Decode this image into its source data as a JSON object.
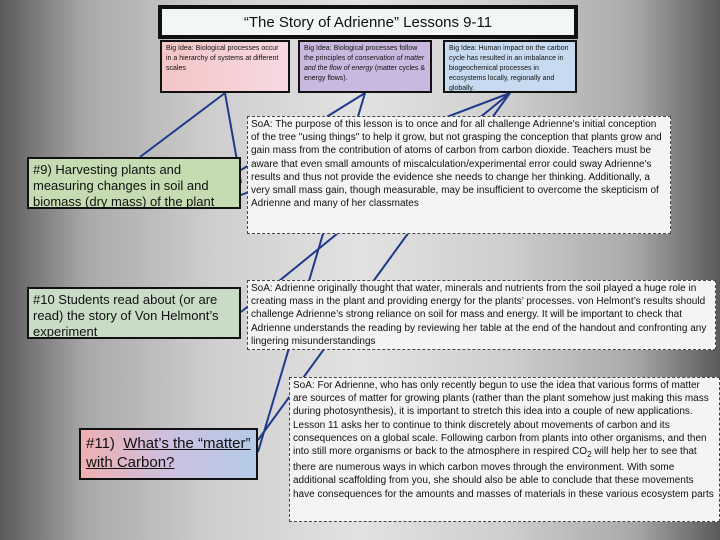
{
  "title": "“The Story of Adrienne” Lessons 9-11",
  "big_ideas": [
    {
      "label": "Big Idea:",
      "text": "Biological processes occur in a hierarchy of systems at different scales"
    },
    {
      "label": "Big Idea:",
      "text_a": "Biological processes follow the principles of ",
      "text_em": "conservation of matter and the flow of energy",
      "text_b": " (matter cycles & energy flows)."
    },
    {
      "label": "Big Idea:",
      "text": "Human impact on the carbon cycle has resulted in an imbalance in biogeochemical processes in ecosystems locally, regionally and globally."
    }
  ],
  "lessons": {
    "l9": "#9) Harvesting plants and measuring changes in soil and biomass (dry mass) of the plant",
    "l10": "#10 Students read about (or are read) the story of Von Helmont’s experiment",
    "l11_prefix": "#11)  ",
    "l11_title": "What’s the “matter” with Carbon?"
  },
  "descriptions": {
    "d9": "SoA: The purpose of this lesson is to once and for all challenge Adrienne's initial conception of the tree \"using things\" to help it grow, but not grasping the conception that plants grow and gain mass from the contribution of atoms of carbon from carbon dioxide.  Teachers must be aware that even small amounts of miscalculation/experimental error could sway Adrienne's results and thus not provide the evidence she needs to change her thinking.  Additionally, a very small mass gain, though measurable, may be insufficient to overcome the skepticism of Adrienne and many of her classmates",
    "d10": "SoA: Adrienne originally thought that water, minerals and nutrients from the soil played a huge role in creating mass in the plant and providing energy for the plants’ processes. von Helmont’s results should challenge Adrienne’s strong reliance on soil for mass and energy.  It will be important to check that Adrienne understands the reading by reviewing her table at the end of the handout and confronting any lingering misunderstandings",
    "d11_a": "SoA: For Adrienne, who has only recently begun to use the idea that various forms of matter are sources of matter for growing plants (rather than the plant somehow just making this mass during photosynthesis), it is important to stretch this idea into a couple of new applications. Lesson 11 asks her to continue to think discretely about movements of carbon and its consequences on a global scale. Following carbon from plants into other organisms, and then into still more organisms or back to the atmosphere in respired CO",
    "d11_sub": "2",
    "d11_b": " will help her to see that there are numerous ways in which carbon moves through the environment. With some additional scaffolding from you, she should also be able to conclude that these movements have consequences for the amounts and masses of materials in these various ecosystem parts"
  },
  "colors": {
    "line": "#1f3a8a",
    "lesson9_bg": "#c5dcb2",
    "lesson10_bg": "#c9ddc6",
    "idea2_bg": "#c9b8e0",
    "idea3_bg": "#c7daf0"
  }
}
